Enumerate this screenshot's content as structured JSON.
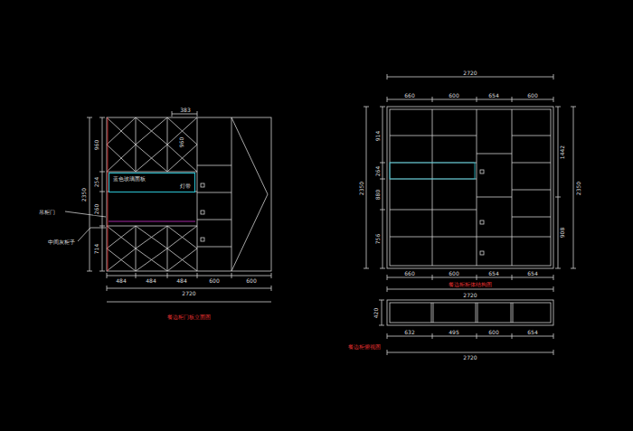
{
  "diagram": {
    "nodes": [
      {
        "text": [
          "蓝色玻璃面板",
          "灯带"
        ]
      }
    ],
    "labels": [
      "383",
      "960",
      "254",
      "260",
      "714",
      "2350",
      "960",
      "吊柜门",
      "中间灰柜子",
      "484",
      "484",
      "484",
      "600",
      "600",
      "2720",
      "餐边柜门板立面图",
      "2720",
      "660",
      "600",
      "654",
      "600",
      "914",
      "264",
      "880",
      "756",
      "2350",
      "1442",
      "908",
      "2350",
      "660",
      "600",
      "654",
      "654",
      "2720",
      "餐边柜柜体结构图",
      "420",
      "632",
      "495",
      "600",
      "654",
      "2720",
      "餐边柜俯视图"
    ]
  }
}
